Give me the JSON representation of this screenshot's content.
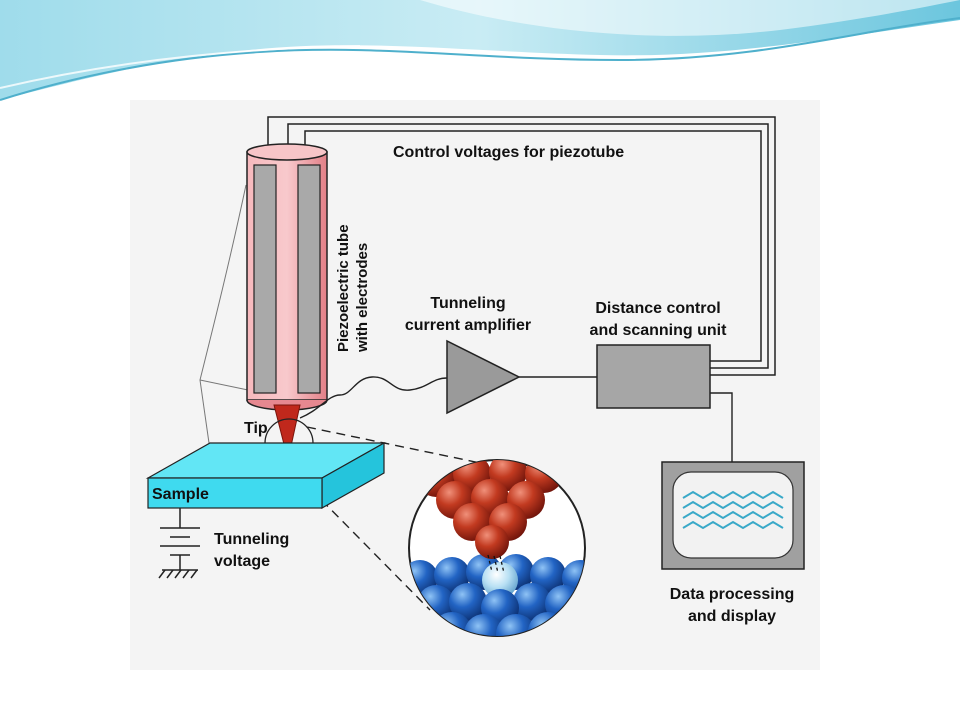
{
  "diagram": {
    "labels": {
      "control_voltages": "Control voltages for piezotube",
      "piezo_tube_line1": "Piezoelectric tube",
      "piezo_tube_line2": "with electrodes",
      "amplifier_line1": "Tunneling",
      "amplifier_line2": "current amplifier",
      "distance_line1": "Distance control",
      "distance_line2": "and scanning unit",
      "tip": "Tip",
      "sample": "Sample",
      "voltage_line1": "Tunneling",
      "voltage_line2": "voltage",
      "data_line1": "Data processing",
      "data_line2": "and display"
    },
    "colors": {
      "header_light": "#c9ecf4",
      "header_mid": "#7fd0e4",
      "header_line": "#4fb0cc",
      "tube": "#f4a3a8",
      "tube_dark": "#e06e78",
      "electrode": "#a9a9a9",
      "tip": "#c0281c",
      "sample_top": "#5ee8f5",
      "sample_front": "#33d7ee",
      "amplifier": "#9a9a9a",
      "control_box": "#a6a6a6",
      "monitor_frame": "#a0a0a0",
      "screen": "#f2f2f2",
      "wave": "#3aa9c8",
      "atom_red": "#b52a14",
      "atom_blue": "#1a5fbf",
      "atom_highlight": "#a8d8f0"
    }
  }
}
